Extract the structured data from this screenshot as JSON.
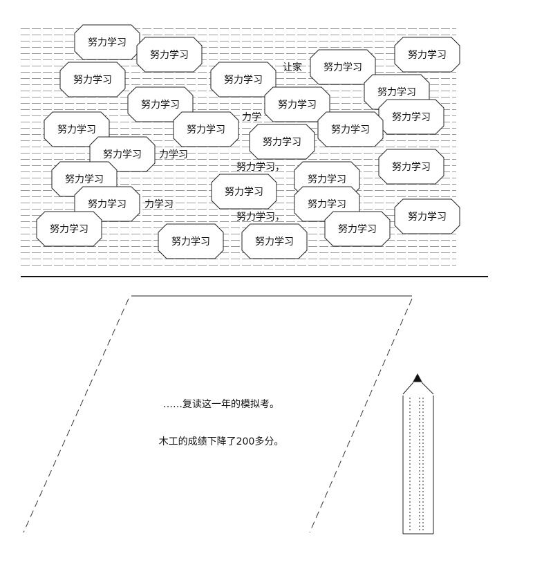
{
  "bubble_phrase": "努力学习",
  "bubbles": [
    {
      "text": "努力学习"
    },
    {
      "text": "努力学习"
    },
    {
      "text": "努力学习"
    },
    {
      "text": "努力学习"
    },
    {
      "text": "努力学习"
    },
    {
      "text": "努力学习"
    },
    {
      "text": "努力学习"
    },
    {
      "text": "努力学习"
    },
    {
      "text": "努力学习"
    },
    {
      "text": "努力学习"
    },
    {
      "text": "努力学习"
    },
    {
      "text": "努力学习"
    },
    {
      "text": "努力学习"
    },
    {
      "text": "努力学习"
    },
    {
      "text": "努力学习"
    },
    {
      "text": "努力学习"
    },
    {
      "text": "努力学习"
    },
    {
      "text": "努力学习"
    },
    {
      "text": "努力学习"
    },
    {
      "text": "努力学习"
    },
    {
      "text": "努力学习"
    },
    {
      "text": "努力学习"
    },
    {
      "text": "努力学习"
    },
    {
      "text": "努力学习"
    },
    {
      "text": "努力学习"
    },
    {
      "text": "努力学习"
    }
  ],
  "fragments": [
    {
      "text": "让家"
    },
    {
      "text": "力学"
    },
    {
      "text": "力学习"
    },
    {
      "text": "力学习"
    },
    {
      "text": "努力学习，"
    },
    {
      "text": "努力学习，"
    }
  ],
  "captions": {
    "line1": "……复读这一年的模拟考。",
    "line2": "木工的成绩下降了200多分。"
  },
  "colors": {
    "ink": "#111111",
    "background": "#ffffff"
  }
}
